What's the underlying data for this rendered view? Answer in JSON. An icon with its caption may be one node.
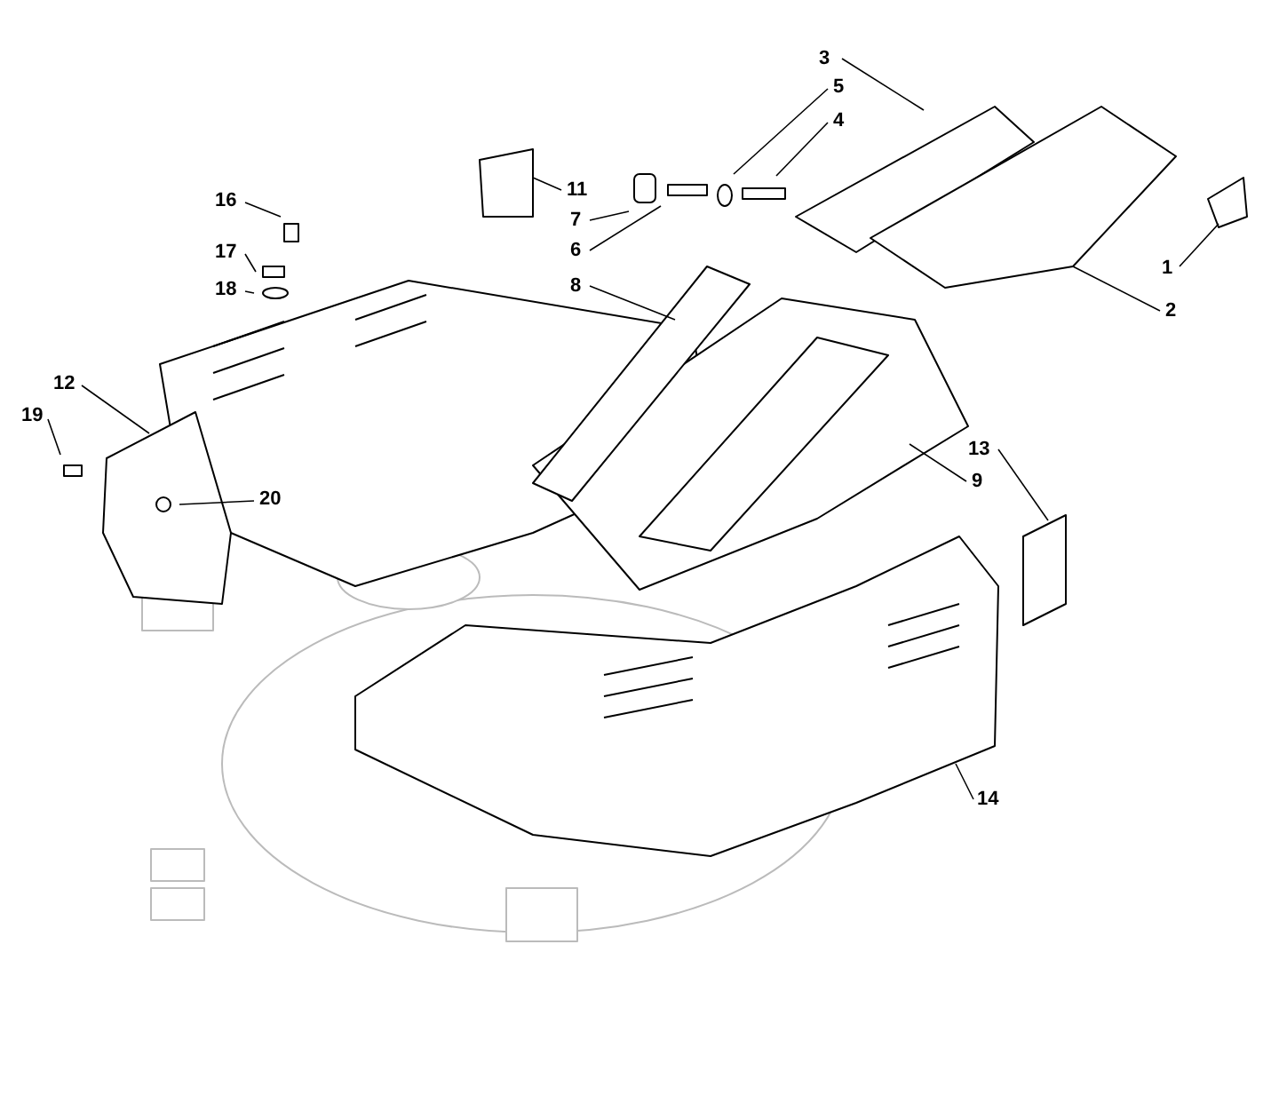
{
  "diagram": {
    "nodes": [
      {
        "text": [
          "3"
        ]
      },
      {
        "text": [
          "5"
        ]
      },
      {
        "text": [
          "4"
        ]
      },
      {
        "text": [
          "16"
        ]
      },
      {
        "text": [
          "11"
        ]
      },
      {
        "text": [
          "7"
        ]
      },
      {
        "text": [
          "1"
        ]
      },
      {
        "text": [
          "6"
        ]
      },
      {
        "text": [
          "8"
        ]
      },
      {
        "text": [
          "17"
        ]
      },
      {
        "text": [
          "18"
        ]
      },
      {
        "text": [
          "2"
        ]
      },
      {
        "text": [
          "12"
        ]
      },
      {
        "text": [
          "13"
        ]
      },
      {
        "text": [
          "19"
        ]
      },
      {
        "text": [
          "9"
        ]
      },
      {
        "text": [
          "20"
        ]
      },
      {
        "text": [
          "14"
        ]
      }
    ],
    "edges": [
      {
        "from": 0,
        "to": null,
        "arrow": "none"
      },
      {
        "from": 1,
        "to": null,
        "arrow": "none"
      },
      {
        "from": 2,
        "to": null,
        "arrow": "none"
      },
      {
        "from": 3,
        "to": null,
        "arrow": "none"
      },
      {
        "from": 4,
        "to": null,
        "arrow": "none"
      },
      {
        "from": 5,
        "to": null,
        "arrow": "none"
      },
      {
        "from": 6,
        "to": null,
        "arrow": "none"
      },
      {
        "from": 7,
        "to": null,
        "arrow": "none"
      },
      {
        "from": 8,
        "to": null,
        "arrow": "none"
      },
      {
        "from": 9,
        "to": null,
        "arrow": "none"
      },
      {
        "from": 10,
        "to": null,
        "arrow": "none"
      },
      {
        "from": 11,
        "to": null,
        "arrow": "none"
      },
      {
        "from": 12,
        "to": null,
        "arrow": "none"
      },
      {
        "from": 13,
        "to": null,
        "arrow": "none"
      },
      {
        "from": 14,
        "to": null,
        "arrow": "none"
      },
      {
        "from": 15,
        "to": null,
        "arrow": "none"
      },
      {
        "from": 16,
        "to": null,
        "arrow": "none"
      },
      {
        "from": 17,
        "to": null,
        "arrow": "none"
      }
    ]
  }
}
